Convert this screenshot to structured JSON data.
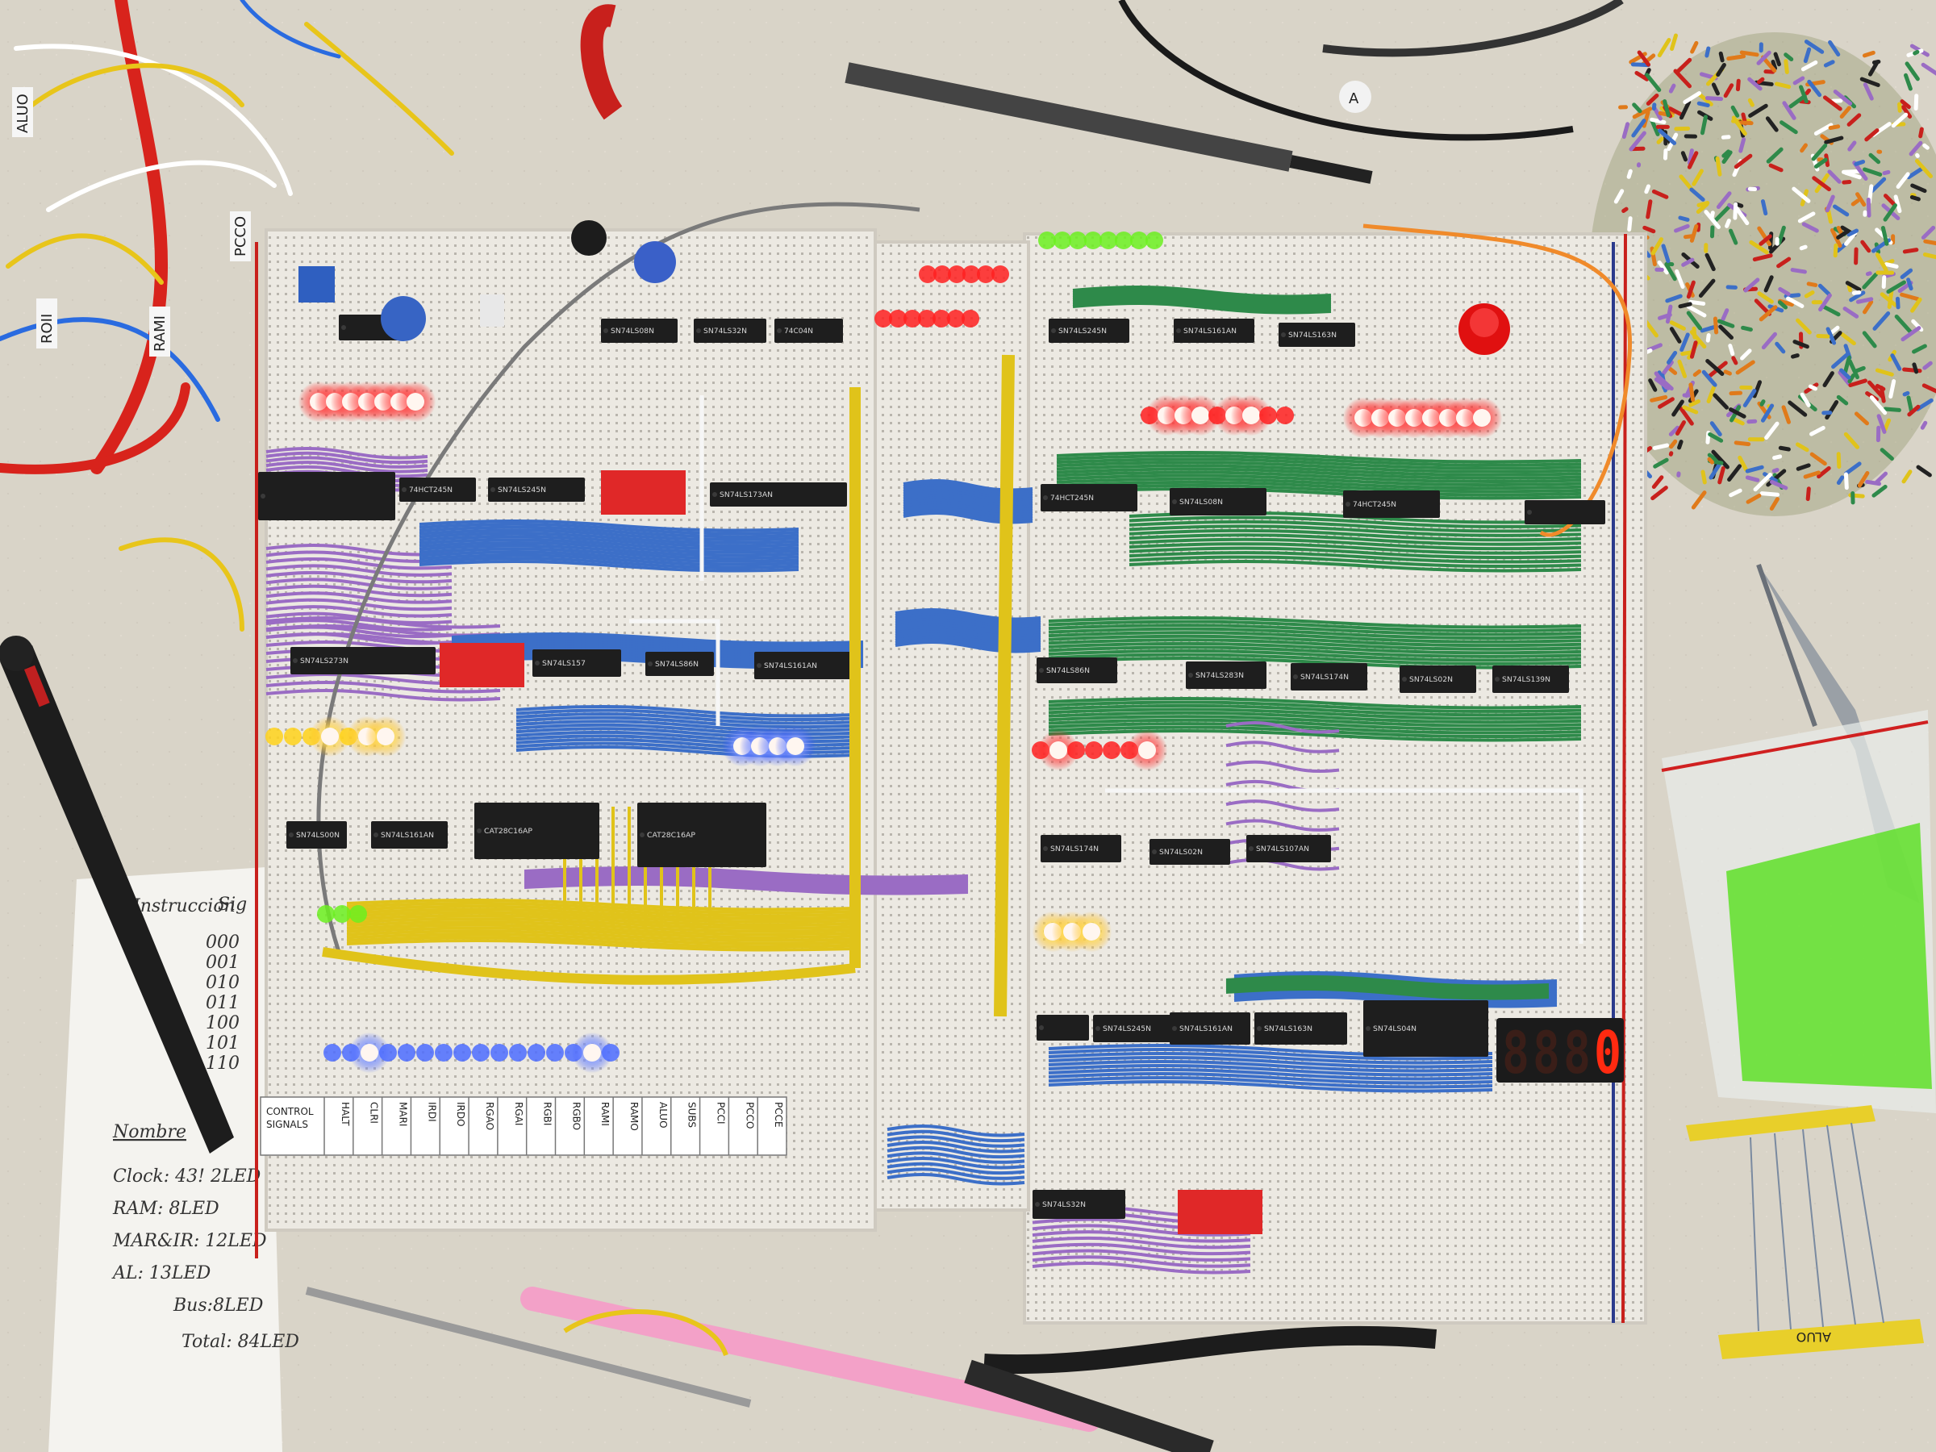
{
  "photo": {
    "chips_left": [
      "SN74LS08N",
      "SN74LS32N",
      "74C04N",
      "74HCT245N",
      "SN74LS245N",
      "SN74LS173AN",
      "SN74LS273N",
      "SN74LS157",
      "SN74LS86N",
      "SN74LS161AN",
      "CAT28C16AP",
      "SN74LS00N"
    ],
    "chips_right": [
      "SN74LS245N",
      "SN74LS161AN",
      "SN74LS163N",
      "74HCT245N",
      "SN74LS08N",
      "74HCT245N",
      "SN74LS86N",
      "SN74LS283N",
      "SN74LS174N",
      "SN74LS02N",
      "SN74LS139N",
      "SN74LS32N",
      "SN74LS107AN",
      "SN74LS04N"
    ],
    "display_digits": [
      "8",
      "8",
      "8",
      "0"
    ],
    "control_signals_title": [
      "CONTROL",
      "SIGNALS"
    ],
    "control_signals": [
      "HALT",
      "CLRI",
      "MARI",
      "IRDI",
      "IRDO",
      "RGAO",
      "RGAI",
      "RGBI",
      "RGBO",
      "RAMI",
      "RAMO",
      "ALUO",
      "SUBS",
      "PCCI",
      "PCCO",
      "PCCE"
    ],
    "probe_tag": "A",
    "wire_tags": [
      "ALUO",
      "PCCO",
      "ROII",
      "RAMI"
    ],
    "lut_tag": "ALUO",
    "note_header": "Instrucción",
    "note_sig": "Sig",
    "note_codes": [
      "000",
      "001",
      "010",
      "011",
      "100",
      "101",
      "110"
    ],
    "note_title": "Nombre",
    "note_lines": [
      "Clock: 43! 2LED",
      "RAM: 8LED",
      "MAR&IR: 12LED",
      "AL: 13LED",
      "Bus:8LED",
      "Total: 84LED"
    ],
    "colors": {
      "desk": "#d9d4c8",
      "breadboard": "#ece9e2",
      "wire_yellow": "#e0c31a",
      "wire_blue": "#3c6fc8",
      "wire_purple": "#9a6cc4",
      "wire_green": "#2e8a4a",
      "led_red": "#ff2020",
      "led_blue": "#4c6cff",
      "led_yellow": "#ffd21a",
      "led_green": "#6cf020",
      "seg_on": "#ff2a10"
    }
  }
}
